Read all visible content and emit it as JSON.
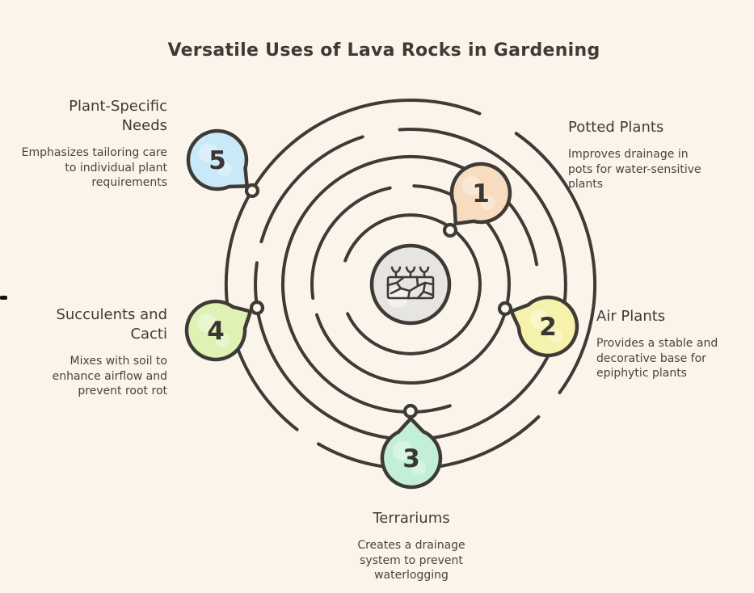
{
  "title": "Versatile Uses of Lava Rocks in Gardening",
  "colors": {
    "background": "#FAF4EA",
    "outline": "#3E3A36",
    "heading_text": "#3F3B36",
    "body_text": "#4A443E",
    "center_fill": "#E7E5E1",
    "node_fill": "#FCF7EF",
    "number_text": "#3A3631"
  },
  "center_icon": "lava-rock-with-sprouts-icon",
  "items": [
    {
      "number": "1",
      "title": "Potted Plants",
      "description": "Improves drainage in\npots for water-sensitive\nplants",
      "bubble_color": "#F8DCC0"
    },
    {
      "number": "2",
      "title": "Air Plants",
      "description": "Provides a stable and\ndecorative base for\nepiphytic plants",
      "bubble_color": "#F6F1AB"
    },
    {
      "number": "3",
      "title": "Terrariums",
      "description": "Creates a drainage\nsystem to prevent\nwaterlogging",
      "bubble_color": "#C3EFD8"
    },
    {
      "number": "4",
      "title": "Succulents and\nCacti",
      "description": "Mixes with soil to\nenhance airflow and\nprevent root rot",
      "bubble_color": "#DFF2B4"
    },
    {
      "number": "5",
      "title": "Plant-Specific\nNeeds",
      "description": "Emphasizes tailoring care\nto individual plant\nrequirements",
      "bubble_color": "#C9E9F8"
    }
  ]
}
